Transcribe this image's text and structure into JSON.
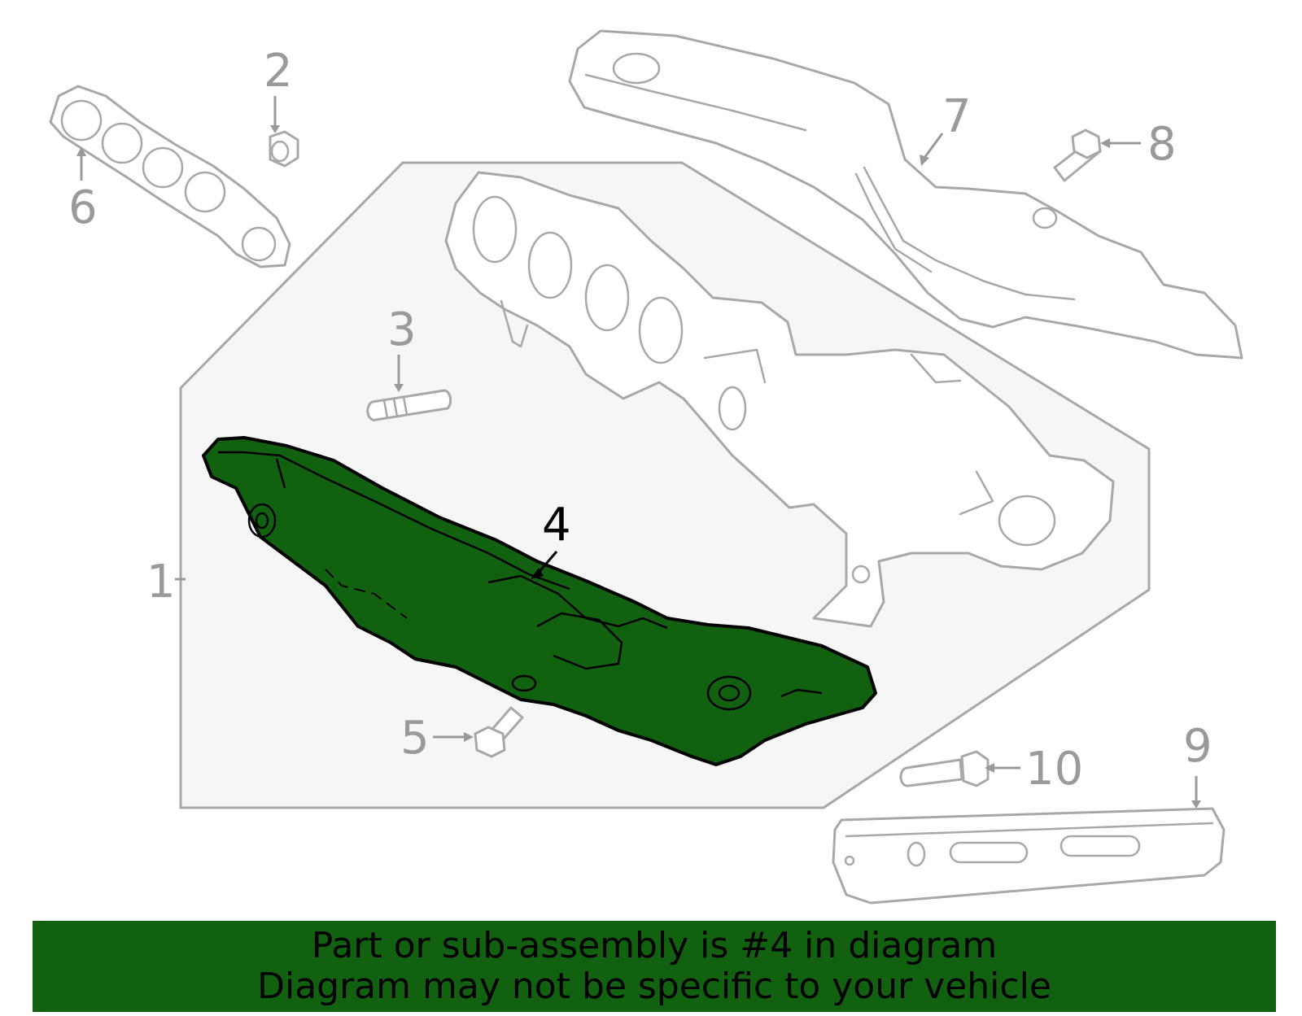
{
  "diagram": {
    "highlight_color": "#116111",
    "callouts": [
      {
        "id": "1",
        "label": "1"
      },
      {
        "id": "2",
        "label": "2"
      },
      {
        "id": "3",
        "label": "3"
      },
      {
        "id": "4",
        "label": "4"
      },
      {
        "id": "5",
        "label": "5"
      },
      {
        "id": "6",
        "label": "6"
      },
      {
        "id": "7",
        "label": "7"
      },
      {
        "id": "8",
        "label": "8"
      },
      {
        "id": "9",
        "label": "9"
      },
      {
        "id": "10",
        "label": "10"
      }
    ],
    "selected_part": "4"
  },
  "banner": {
    "line1": "Part or sub-assembly is #4 in diagram",
    "line2": "Diagram may not be specific to your vehicle",
    "background": "#116111"
  }
}
